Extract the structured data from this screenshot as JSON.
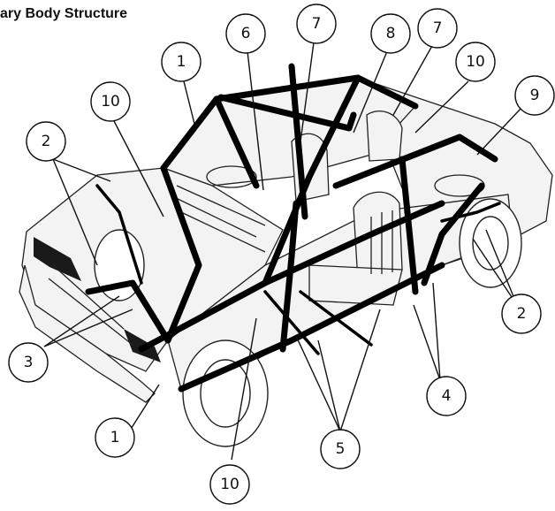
{
  "title": "ary Body Structure",
  "callouts": [
    {
      "id": "c1a",
      "label": "1"
    },
    {
      "id": "c1b",
      "label": "1"
    },
    {
      "id": "c2a",
      "label": "2"
    },
    {
      "id": "c2b",
      "label": "2"
    },
    {
      "id": "c3",
      "label": "3"
    },
    {
      "id": "c4",
      "label": "4"
    },
    {
      "id": "c5",
      "label": "5"
    },
    {
      "id": "c6",
      "label": "6"
    },
    {
      "id": "c7a",
      "label": "7"
    },
    {
      "id": "c7b",
      "label": "7"
    },
    {
      "id": "c8",
      "label": "8"
    },
    {
      "id": "c9",
      "label": "9"
    },
    {
      "id": "c10a",
      "label": "10"
    },
    {
      "id": "c10b",
      "label": "10"
    },
    {
      "id": "c10c",
      "label": "10"
    }
  ]
}
